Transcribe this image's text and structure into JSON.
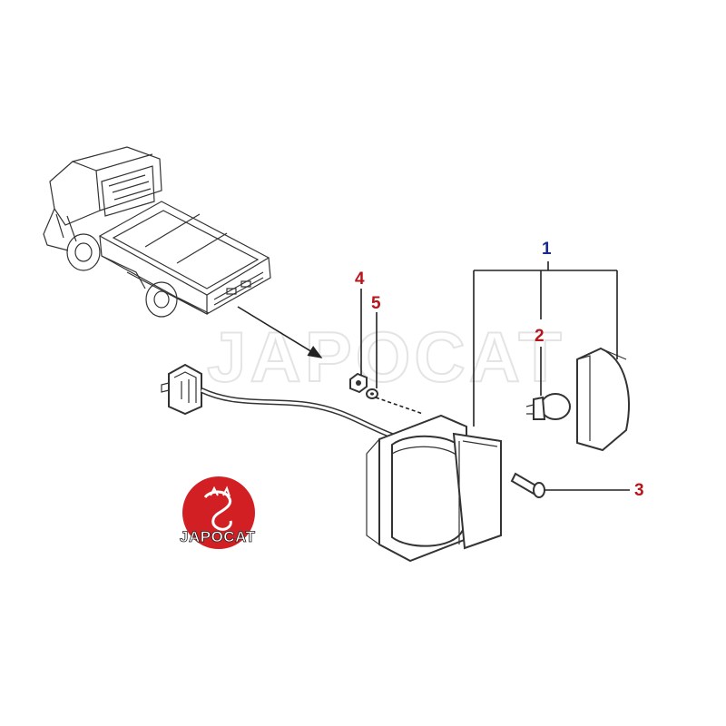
{
  "watermark": {
    "text": "JAPOCAT"
  },
  "logo": {
    "text": "JAPOCAT",
    "color": "#d21f24"
  },
  "colors": {
    "blue_callout": "#1a2a8c",
    "red_callout": "#b5151b",
    "line": "#222222"
  },
  "callouts": [
    {
      "id": "1",
      "label": "1",
      "color": "blue"
    },
    {
      "id": "2",
      "label": "2",
      "color": "red"
    },
    {
      "id": "3",
      "label": "3",
      "color": "red"
    },
    {
      "id": "4",
      "label": "4",
      "color": "red"
    },
    {
      "id": "5",
      "label": "5",
      "color": "red"
    }
  ]
}
